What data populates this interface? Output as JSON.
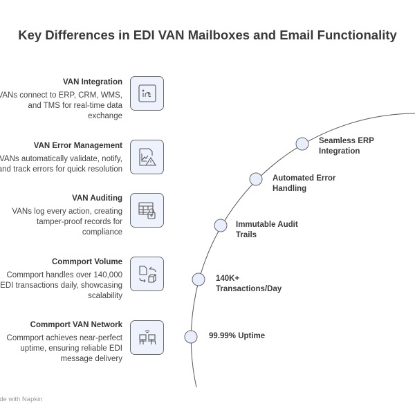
{
  "title": "Key Differences in EDI VAN Mailboxes and Email Functionality",
  "items": [
    {
      "title": "VAN Integration",
      "lines": [
        "VANs connect to ERP, CRM, WMS,",
        "and TMS for real-time data",
        "exchange"
      ],
      "icon": "integration-icon"
    },
    {
      "title": "VAN Error Management",
      "lines": [
        "VANs automatically validate, notify,",
        "and track errors for quick resolution"
      ],
      "icon": "chart-warning-icon"
    },
    {
      "title": "VAN Auditing",
      "lines": [
        "VANs log every action, creating",
        "tamper-proof records for",
        "compliance"
      ],
      "icon": "table-lock-icon"
    },
    {
      "title": "Commport Volume",
      "lines": [
        "Commport handles over 140,000",
        "EDI transactions daily, showcasing",
        "scalability"
      ],
      "icon": "document-cube-exchange-icon"
    },
    {
      "title": "Commport VAN Network",
      "lines": [
        "Commport achieves near-perfect",
        "uptime, ensuring reliable EDI",
        "message delivery"
      ],
      "icon": "network-computers-icon"
    }
  ],
  "arc_points": [
    {
      "lines": [
        "Seamless ERP",
        "Integration"
      ]
    },
    {
      "lines": [
        "Automated Error",
        "Handling"
      ]
    },
    {
      "lines": [
        "Immutable Audit",
        "Trails"
      ]
    },
    {
      "lines": [
        "140K+",
        "Transactions/Day"
      ]
    },
    {
      "lines": [
        "99.99% Uptime"
      ]
    }
  ],
  "footer": "Made with Napkin",
  "colors": {
    "node_fill": "#e8eefc",
    "stroke": "#666666",
    "box_fill": "#eef2fc"
  }
}
